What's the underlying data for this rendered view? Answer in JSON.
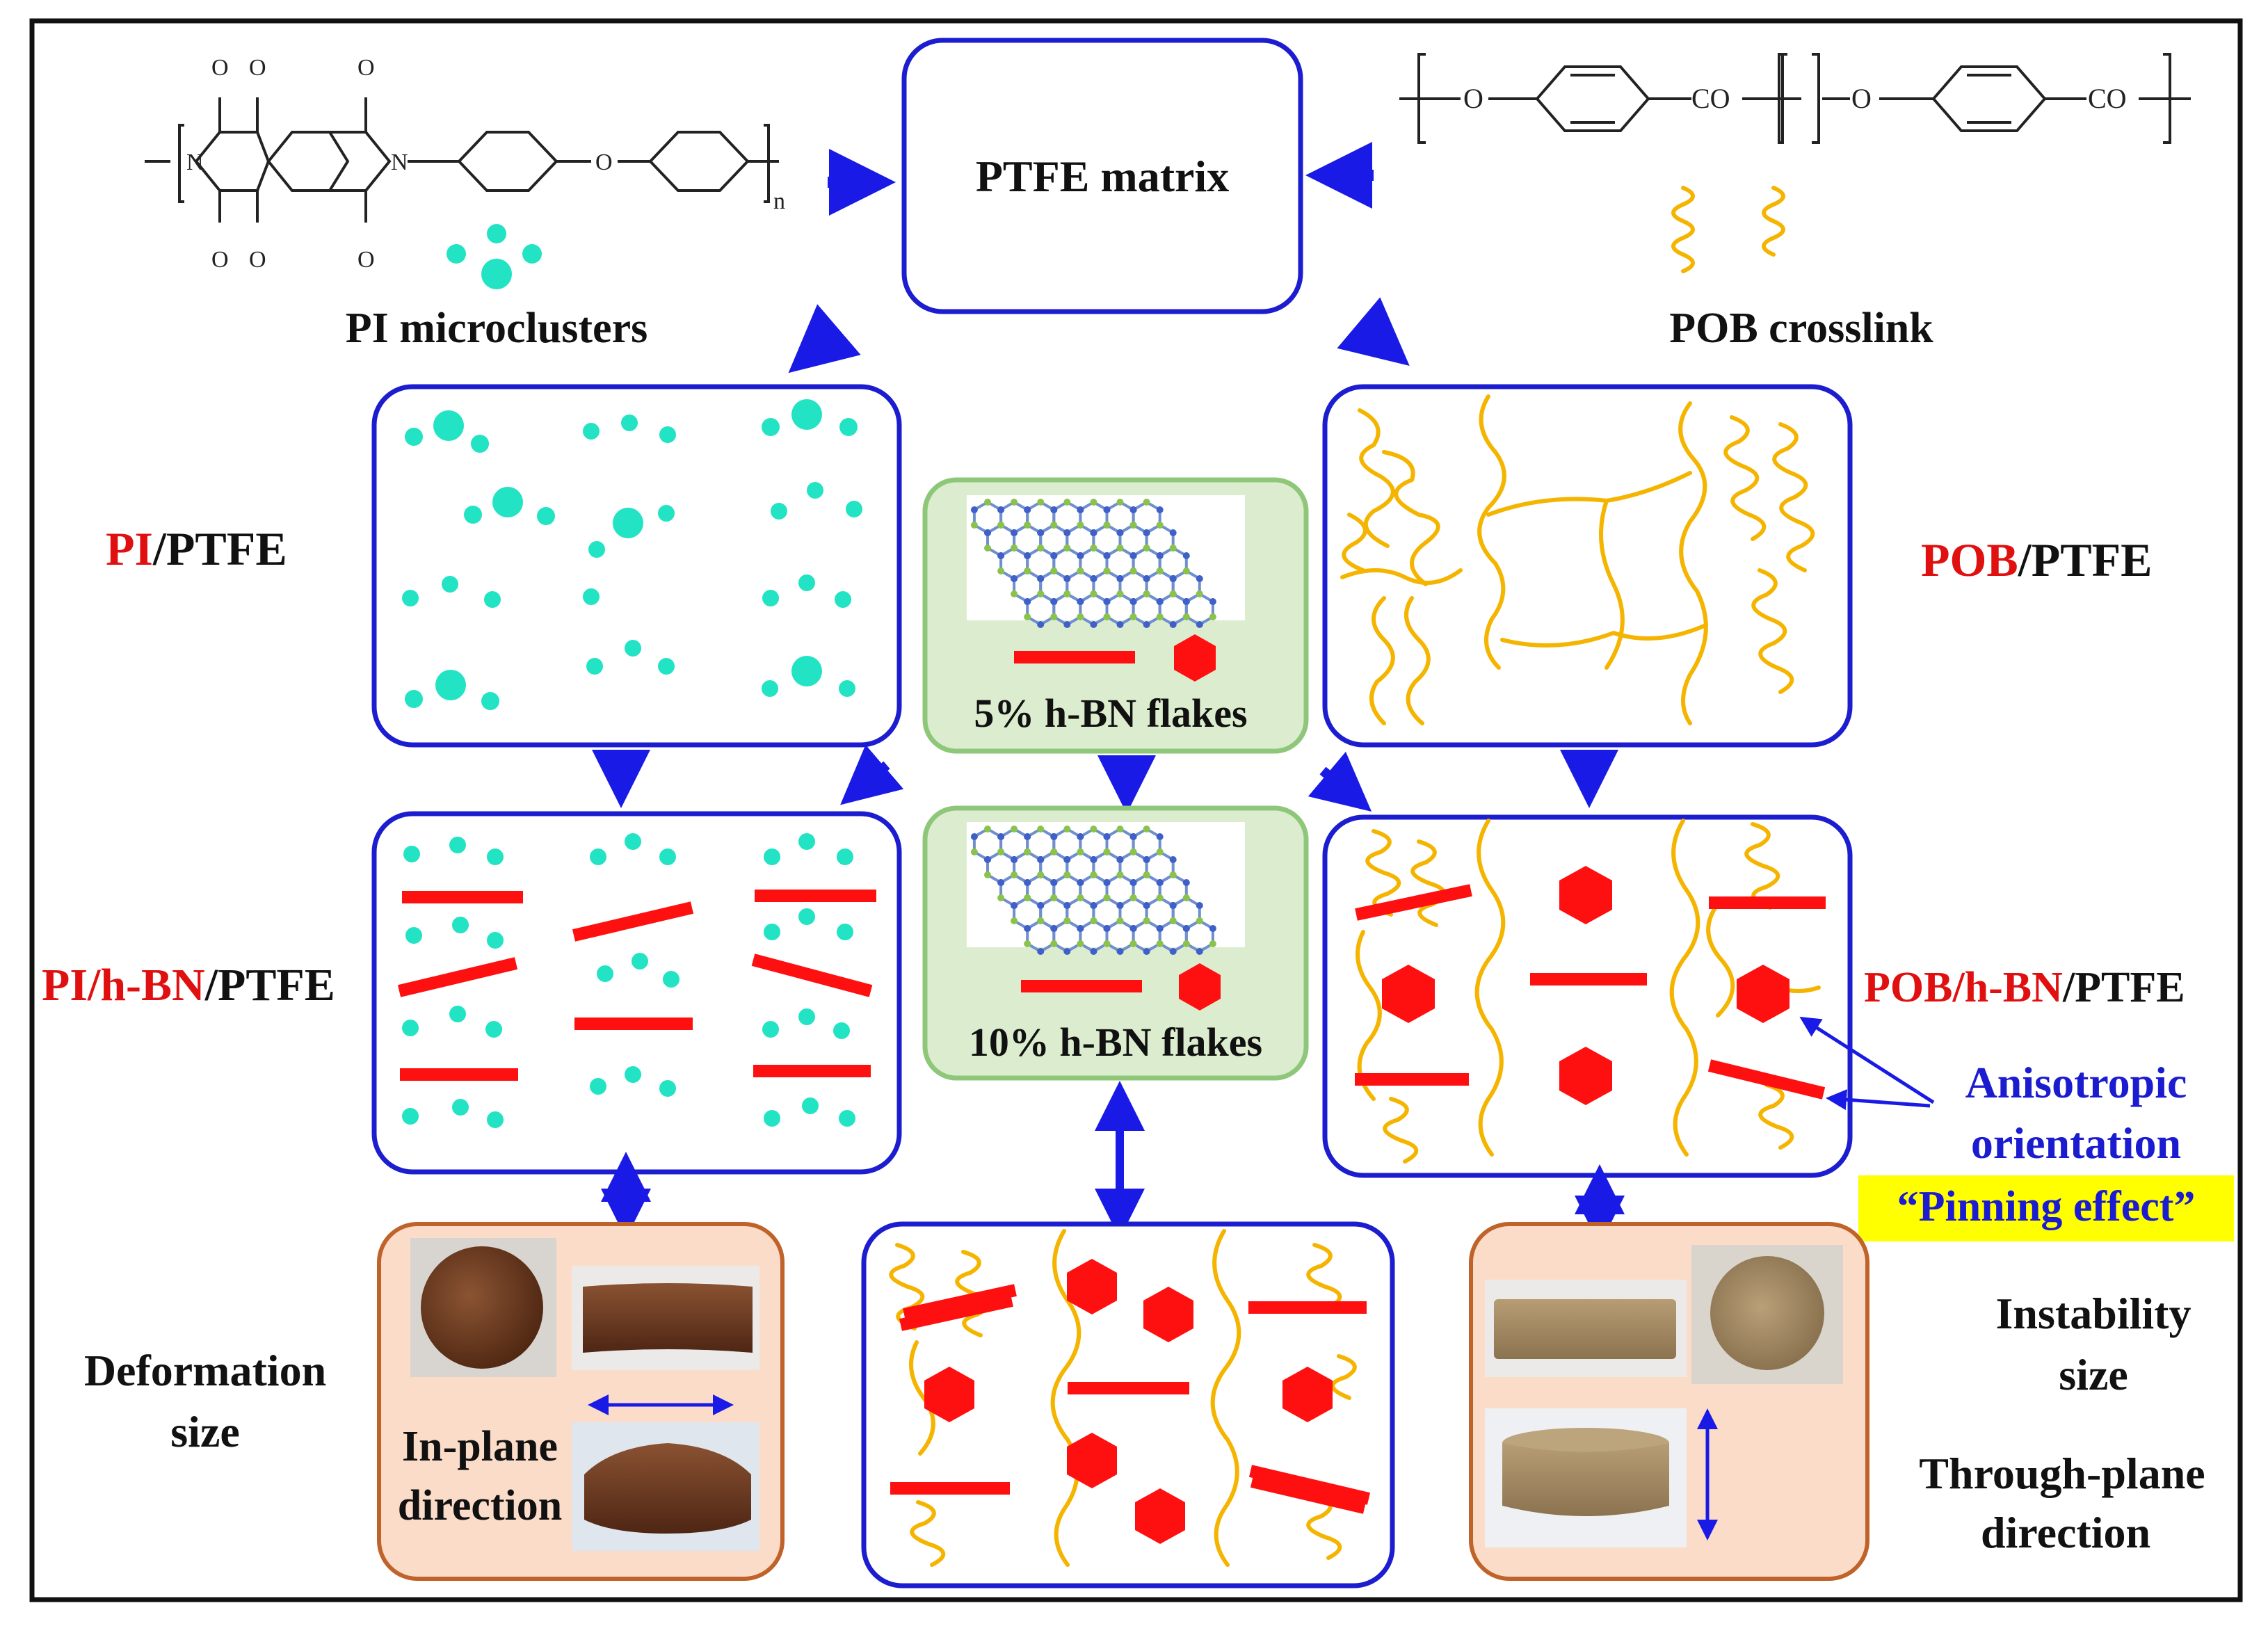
{
  "header": {
    "center_title": "PTFE matrix",
    "left_caption": "PI microclusters",
    "right_caption": "POB crosslink"
  },
  "chem": {
    "pi_n": "n",
    "pi_N": "N",
    "pi_O": "O",
    "pob_O": "O",
    "pob_CO": "CO"
  },
  "rows": {
    "pi_ptfe": {
      "red": "PI",
      "black": "/PTFE"
    },
    "pob_ptfe": {
      "red": "POB",
      "black": "/PTFE"
    },
    "pi_hbn_ptfe": {
      "red": "PI/h-BN",
      "black": "/PTFE"
    },
    "pob_hbn_ptfe": {
      "red": "POB/h-BN",
      "black": "/PTFE"
    }
  },
  "flakes": {
    "five": "5% h-BN flakes",
    "ten": "10% h-BN flakes"
  },
  "annotations": {
    "aniso_line1": "Anisotropic",
    "aniso_line2": "orientation",
    "pinning": "“Pinning effect”",
    "deformation_line1": "Deformation",
    "deformation_line2": "size",
    "inplane_line1": "In-plane",
    "inplane_line2": "direction",
    "instability_line1": "Instability",
    "instability_line2": "size",
    "through_line1": "Through-plane",
    "through_line2": "direction"
  },
  "colors": {
    "box_border": "#1d1dd0",
    "arrow": "#1a1ae6",
    "pi_dot": "#22e3c4",
    "pob_chain": "#f4b400",
    "hbn_red": "#ff1010",
    "flake_box_fill": "#dcedcf",
    "flake_box_border": "#8fc77a",
    "sample_box_fill": "#fbdcc9",
    "sample_box_border": "#c0632a",
    "highlight": "#ffff00",
    "aniso_text": "#1b1bd0",
    "red_text": "#e01010",
    "sample_brown": "#6b3a22",
    "sample_tan": "#a08862"
  }
}
